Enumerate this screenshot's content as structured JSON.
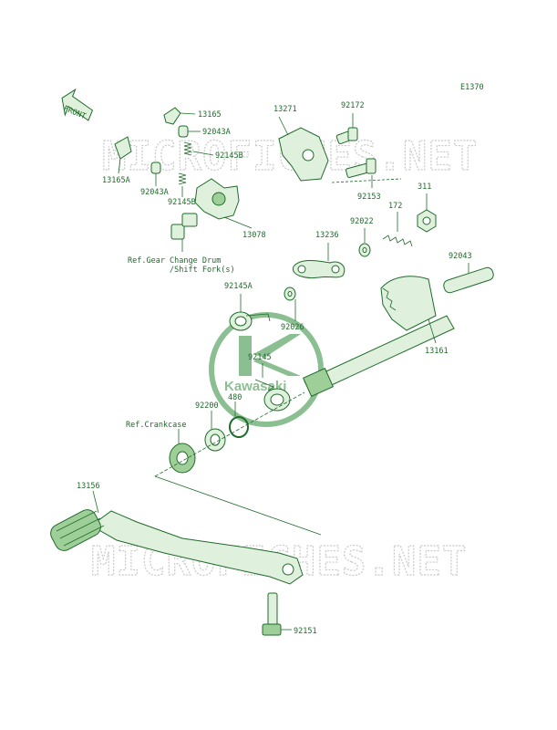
{
  "diagram_code": "E1370",
  "front_label": "FRONT",
  "watermark_text": "MICROFICHES.NET",
  "logo_text": "Kawasaki",
  "colors": {
    "line": "#1f6b2a",
    "fill": "#dff0dc",
    "watermark": "#c9c9c9",
    "logo": "#2e8b3a"
  },
  "labels": {
    "p13165": "13165",
    "p92043A_top": "92043A",
    "p92145B_top": "92145B",
    "p13165A": "13165A",
    "p92043A_low": "92043A",
    "p92145B_low": "92145B",
    "p13271": "13271",
    "p92172": "92172",
    "p92153": "92153",
    "p13078": "13078",
    "p311": "311",
    "p172": "172",
    "p92022": "92022",
    "p13236": "13236",
    "p92043": "92043",
    "p92145A": "92145A",
    "p92026": "92026",
    "p13161": "13161",
    "p92145": "92145",
    "p92200": "92200",
    "p480": "480",
    "p13156": "13156",
    "p92151": "92151",
    "ref_gear_1": "Ref.Gear Change Drum",
    "ref_gear_2": "/Shift Fork(s)",
    "ref_crankcase": "Ref.Crankcase"
  }
}
